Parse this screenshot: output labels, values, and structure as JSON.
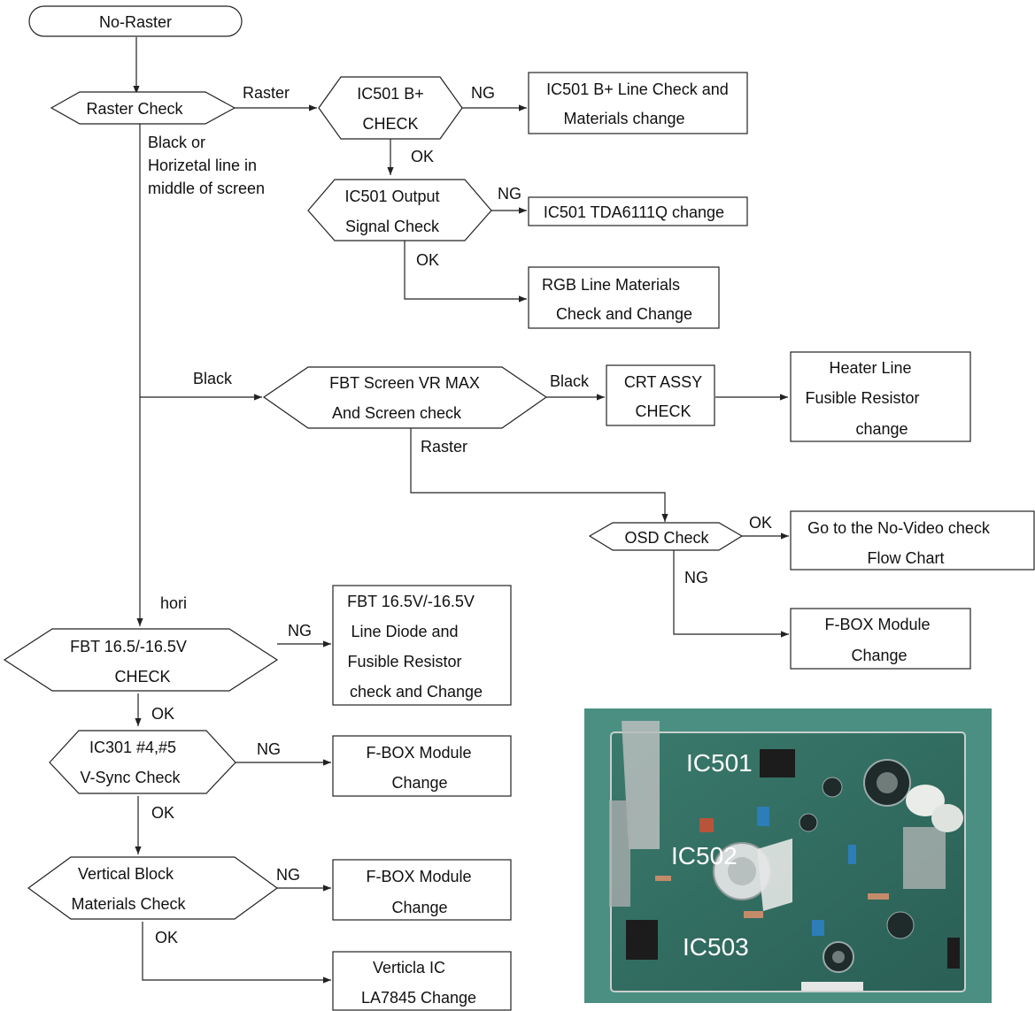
{
  "start": "No-Raster",
  "raster_check": "Raster  Check",
  "black_or_horizontal": [
    "Black or",
    "Horizetal line in",
    "middle of screen"
  ],
  "edges": {
    "raster": "Raster",
    "ng": "NG",
    "ok": "OK",
    "black": "Black",
    "hori": "hori"
  },
  "ic501_b_check": [
    "IC501  B+",
    "CHECK"
  ],
  "ic501_b_line": [
    "IC501  B+  Line  Check  and",
    "Materials  change"
  ],
  "ic501_output": [
    "IC501  Output",
    "Signal  Check"
  ],
  "ic501_tda": "IC501  TDA6111Q  change",
  "rgb_line": [
    "RGB  Line  Materials",
    "Check  and  Change"
  ],
  "fbt_screen": [
    "FBT  Screen  VR  MAX",
    "And  Screen  check"
  ],
  "crt_assy": [
    "CRT  ASSY",
    "CHECK"
  ],
  "heater_line": [
    "Heater  Line",
    "Fusible  Resistor",
    "change"
  ],
  "osd_check": "OSD  Check",
  "no_video": [
    "Go  to  the  No-Video  check",
    "Flow  Chart"
  ],
  "fbox_osd": [
    "F-BOX  Module",
    "Change"
  ],
  "fbt_16": [
    "FBT  16.5/-16.5V",
    "CHECK"
  ],
  "fbt_16_fix": [
    "FBT  16.5V/-16.5V",
    "Line  Diode  and",
    "Fusible  Resistor",
    "check  and  Change"
  ],
  "ic301": [
    "IC301   #4,#5",
    "V-Sync  Check"
  ],
  "fbox_ic301": [
    "F-BOX  Module",
    "Change"
  ],
  "vertical_block": [
    "Vertical  Block",
    "Materials  Check"
  ],
  "fbox_vertical": [
    "F-BOX  Module",
    "Change"
  ],
  "vertical_ic": [
    "Verticla  IC",
    "LA7845  Change"
  ],
  "photo_labels": [
    "IC501",
    "IC502",
    "IC503"
  ],
  "colors": {
    "line": "#222222",
    "board_green": "#2f6a58",
    "board_bg": "#45897d"
  }
}
